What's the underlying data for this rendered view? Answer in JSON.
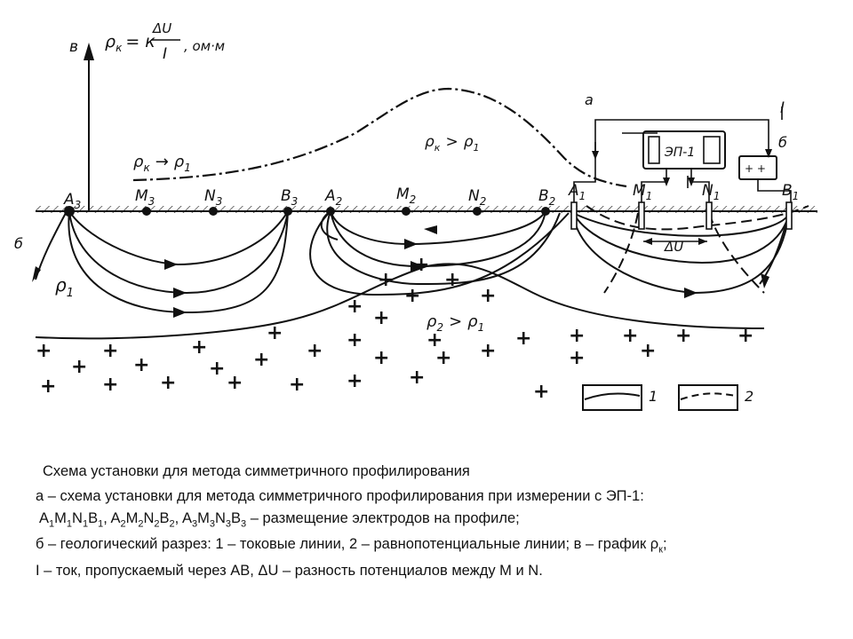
{
  "figure": {
    "formula": {
      "lhs": "ρ",
      "lhs_sub": "к",
      "mid": "= к",
      "num": "ΔU",
      "den": "I",
      "unit": ", ом·м"
    },
    "axis_label": "в",
    "section_label": "б",
    "rho1_label": {
      "main": "ρ",
      "sub": "1"
    },
    "curve_label_left": {
      "a": "ρ",
      "a_sub": "к",
      "arrow": "→",
      "b": "ρ",
      "b_sub": "1"
    },
    "curve_label_peak": {
      "a": "ρ",
      "a_sub": "к",
      "op": ">",
      "b": "ρ",
      "b_sub": "1"
    },
    "rho_lower_label": {
      "a": "ρ",
      "a_sub": "2",
      "op": ">",
      "b": "ρ",
      "b_sub": "1"
    },
    "electrodes": [
      {
        "main": "A",
        "sub": "3"
      },
      {
        "main": "M",
        "sub": "3"
      },
      {
        "main": "N",
        "sub": "3"
      },
      {
        "main": "B",
        "sub": "3"
      },
      {
        "main": "A",
        "sub": "2"
      },
      {
        "main": "M",
        "sub": "2"
      },
      {
        "main": "N",
        "sub": "2"
      },
      {
        "main": "B",
        "sub": "2"
      },
      {
        "main": "A",
        "sub": "1"
      },
      {
        "main": "M",
        "sub": "1"
      },
      {
        "main": "N",
        "sub": "1"
      },
      {
        "main": "B",
        "sub": "1"
      }
    ],
    "device_label": "ЭП-1",
    "label_a": "а",
    "label_I": "I",
    "label_b_battery": "б",
    "delta_u_label": "ΔU",
    "legend": [
      {
        "label": "1"
      },
      {
        "label": "2"
      }
    ]
  },
  "caption": {
    "title": "Схема установки для метода симметричного профилирования",
    "line_a": "а – схема установки для метода симметричного профилирования при измерении с ЭП-1:",
    "line_electrodes": {
      "items": [
        [
          [
            "A",
            "1"
          ],
          [
            "M",
            "1"
          ],
          [
            "N",
            "1"
          ],
          [
            "B",
            "1"
          ]
        ],
        [
          [
            "A",
            "2"
          ],
          [
            "M",
            "2"
          ],
          [
            "N",
            "2"
          ],
          [
            "B",
            "2"
          ]
        ],
        [
          [
            "A",
            "3"
          ],
          [
            "M",
            "3"
          ],
          [
            "N",
            "3"
          ],
          [
            "B",
            "3"
          ]
        ]
      ],
      "separator": ", ",
      "tail": " – размещение электродов на профиле;"
    },
    "line_b": {
      "text": "б – геологический разрез: 1 – токовые линии, 2 – равнопотенциальные линии; в – график ρ",
      "sub": "к",
      "end": ";"
    },
    "line_i": "I – ток, пропускаемый через AB, ΔU – разность потенциалов между M и N."
  }
}
